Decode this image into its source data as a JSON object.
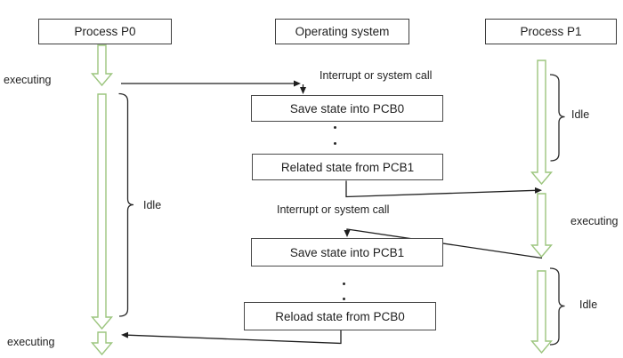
{
  "diagram": {
    "title_context": "process switch diagram",
    "columns": {
      "p0": {
        "title": "Process P0"
      },
      "os": {
        "title": "Operating system"
      },
      "p1": {
        "title": "Process P1"
      }
    },
    "os_boxes": {
      "save_pcb0": "Save state into PCB0",
      "related_pcb1": "Related state from PCB1",
      "save_pcb1": "Save state into PCB1",
      "reload_pcb0": "Reload state from PCB0"
    },
    "labels": {
      "executing_top_left": "executing",
      "executing_bottom_left": "executing",
      "executing_right": "executing",
      "idle_p0": "Idle",
      "idle_p1_top": "Idle",
      "idle_p1_bottom": "Idle",
      "interrupt_top": "Interrupt or system call",
      "interrupt_mid": "Interrupt or system call",
      "ellipsis_dot": "."
    },
    "colors": {
      "arrow_green": "#9cc57e",
      "line_black": "#1f1f1f",
      "box_border": "#4a4a4a"
    }
  }
}
